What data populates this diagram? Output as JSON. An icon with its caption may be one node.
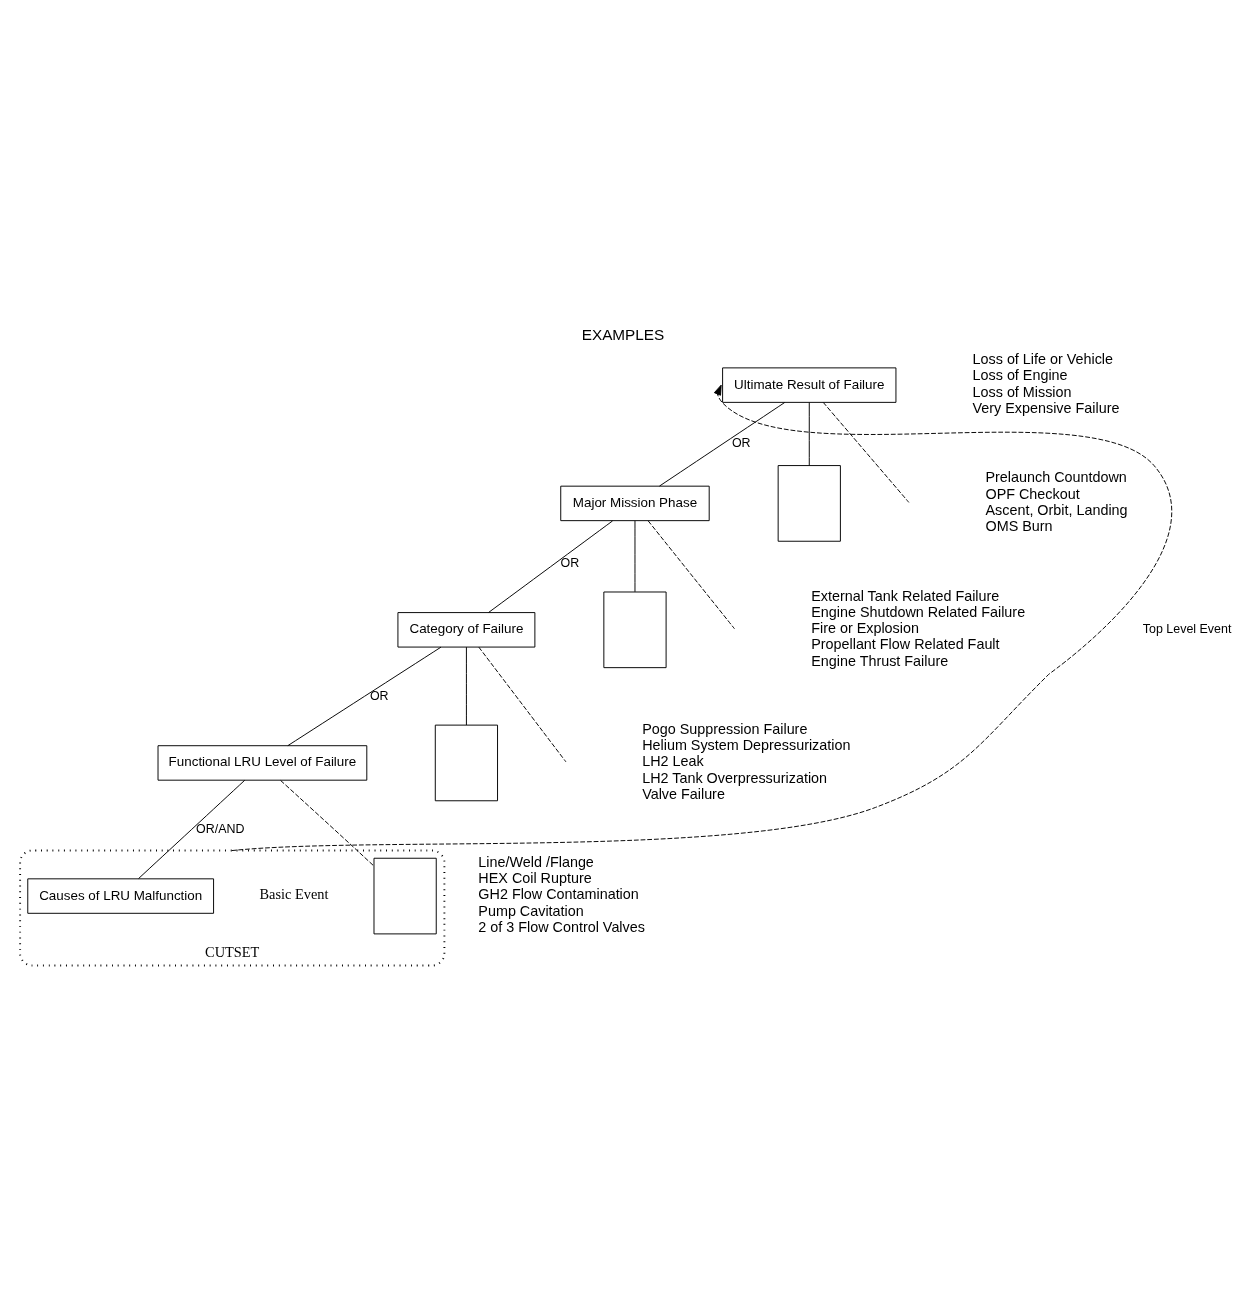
{
  "diagram": {
    "title": "EXAMPLES",
    "nodes": [
      {
        "text": [
          "Ultimate Result of Failure"
        ],
        "beside": [
          "Loss of Life or Vehicle",
          "Loss of Engine",
          "Loss of Mission",
          "Very Expensive Failure"
        ]
      },
      {
        "text": [
          "Major Mission Phase"
        ]
      },
      {
        "text": [],
        "shape": "box",
        "beside": [
          "Prelaunch Countdown",
          "OPF Checkout",
          "Ascent, Orbit, Landing",
          "OMS Burn"
        ]
      },
      {
        "text": [
          "Category of Failure"
        ]
      },
      {
        "text": [],
        "shape": "box",
        "beside": [
          "External Tank Related Failure",
          "Engine Shutdown Related Failure",
          "Fire or Explosion",
          "Propellant Flow Related Fault",
          "Engine Thrust Failure"
        ]
      },
      {
        "text": [
          "Functional LRU Level of Failure"
        ]
      },
      {
        "text": [],
        "shape": "box",
        "beside": [
          "Pogo Suppression Failure",
          "Helium System Depressurization",
          "LH2 Leak",
          "LH2 Tank Overpressurization",
          "Valve Failure"
        ]
      },
      {
        "text": [
          "CUTSET"
        ]
      },
      {
        "text": [
          "Causes of LRU Malfunction"
        ],
        "in": 7
      },
      {
        "text": [],
        "shape": "box",
        "in": 7,
        "beside": [
          "Line/Weld /Flange",
          "HEX Coil Rupture",
          "GH2 Flow Contamination",
          "Pump Cavitation",
          "2 of 3 Flow Control Valves"
        ]
      }
    ],
    "edges": [
      {
        "from": 0,
        "to": 1,
        "arrow": "none",
        "label": "OR"
      },
      {
        "from": 0,
        "to": 2,
        "arrow": "none"
      },
      {
        "from": 0,
        "to": null,
        "arrow": "none",
        "style": "dashed"
      },
      {
        "from": 1,
        "to": 3,
        "arrow": "none",
        "label": "OR"
      },
      {
        "from": 1,
        "to": 4,
        "arrow": "none"
      },
      {
        "from": 1,
        "to": null,
        "arrow": "none",
        "style": "dashed"
      },
      {
        "from": 3,
        "to": 5,
        "arrow": "none",
        "label": "OR"
      },
      {
        "from": 3,
        "to": 6,
        "arrow": "none"
      },
      {
        "from": 3,
        "to": null,
        "arrow": "none",
        "style": "dashed"
      },
      {
        "from": 5,
        "to": 8,
        "arrow": "none",
        "label": "OR/AND"
      },
      {
        "from": 5,
        "to": 9,
        "arrow": "none",
        "style": "dashed"
      },
      {
        "from": 7,
        "to": 0,
        "arrow": "to",
        "style": "dashed",
        "label": "Top Level Event"
      }
    ],
    "labels": [
      "Basic Event"
    ]
  }
}
